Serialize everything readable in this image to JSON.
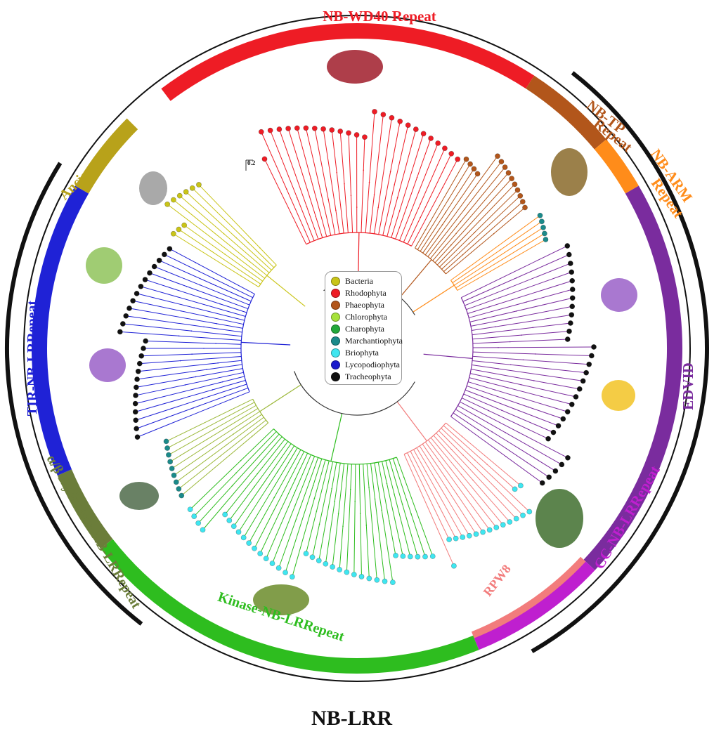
{
  "clades": [
    {
      "id": "wd40",
      "label": "NB-WD40 Repeat",
      "color": "#ee1c25"
    },
    {
      "id": "tp",
      "label_lines": [
        "NB-TP",
        "Repeat"
      ],
      "color": "#b2561b"
    },
    {
      "id": "arm",
      "label_lines": [
        "NB-ARM",
        "Repeat"
      ],
      "color": "#ff8c1a"
    },
    {
      "id": "edvid",
      "label": "EDVID",
      "color": "#7a2c9e"
    },
    {
      "id": "rpw8",
      "label": "RPW8",
      "color": "#f27c7c"
    },
    {
      "id": "cc",
      "label": "CC-NB-LRRepeat",
      "color": "#bf1fcf"
    },
    {
      "id": "kinase",
      "label": "Kinase-NB-LRRepeat",
      "color": "#2ebd1f"
    },
    {
      "id": "hydrolase",
      "label": "α/β Hydrolase-NB-LRRepeat",
      "color": "#6b7d3a"
    },
    {
      "id": "tir",
      "label": "TIR-NB-LRRepeat",
      "color": "#1f22d6"
    },
    {
      "id": "ancient",
      "label": "Ancient-NB",
      "color": "#b8a21a"
    }
  ],
  "outer_label": "NB-LRR",
  "legend": [
    {
      "name": "Bacteria",
      "color": "#c9c418"
    },
    {
      "name": "Rhodophyta",
      "color": "#ee1c25"
    },
    {
      "name": "Phaeophyta",
      "color": "#b2561b"
    },
    {
      "name": "Chlorophyta",
      "color": "#a6e23a"
    },
    {
      "name": "Charophyta",
      "color": "#22a83a"
    },
    {
      "name": "Marchantiophyta",
      "color": "#1b8a8a"
    },
    {
      "name": "Briophyta",
      "color": "#3fe6f0"
    },
    {
      "name": "Lycopodiophyta",
      "color": "#1a1acc"
    },
    {
      "name": "Tracheophyta",
      "color": "#111111"
    }
  ],
  "scale_bar": "0.2"
}
